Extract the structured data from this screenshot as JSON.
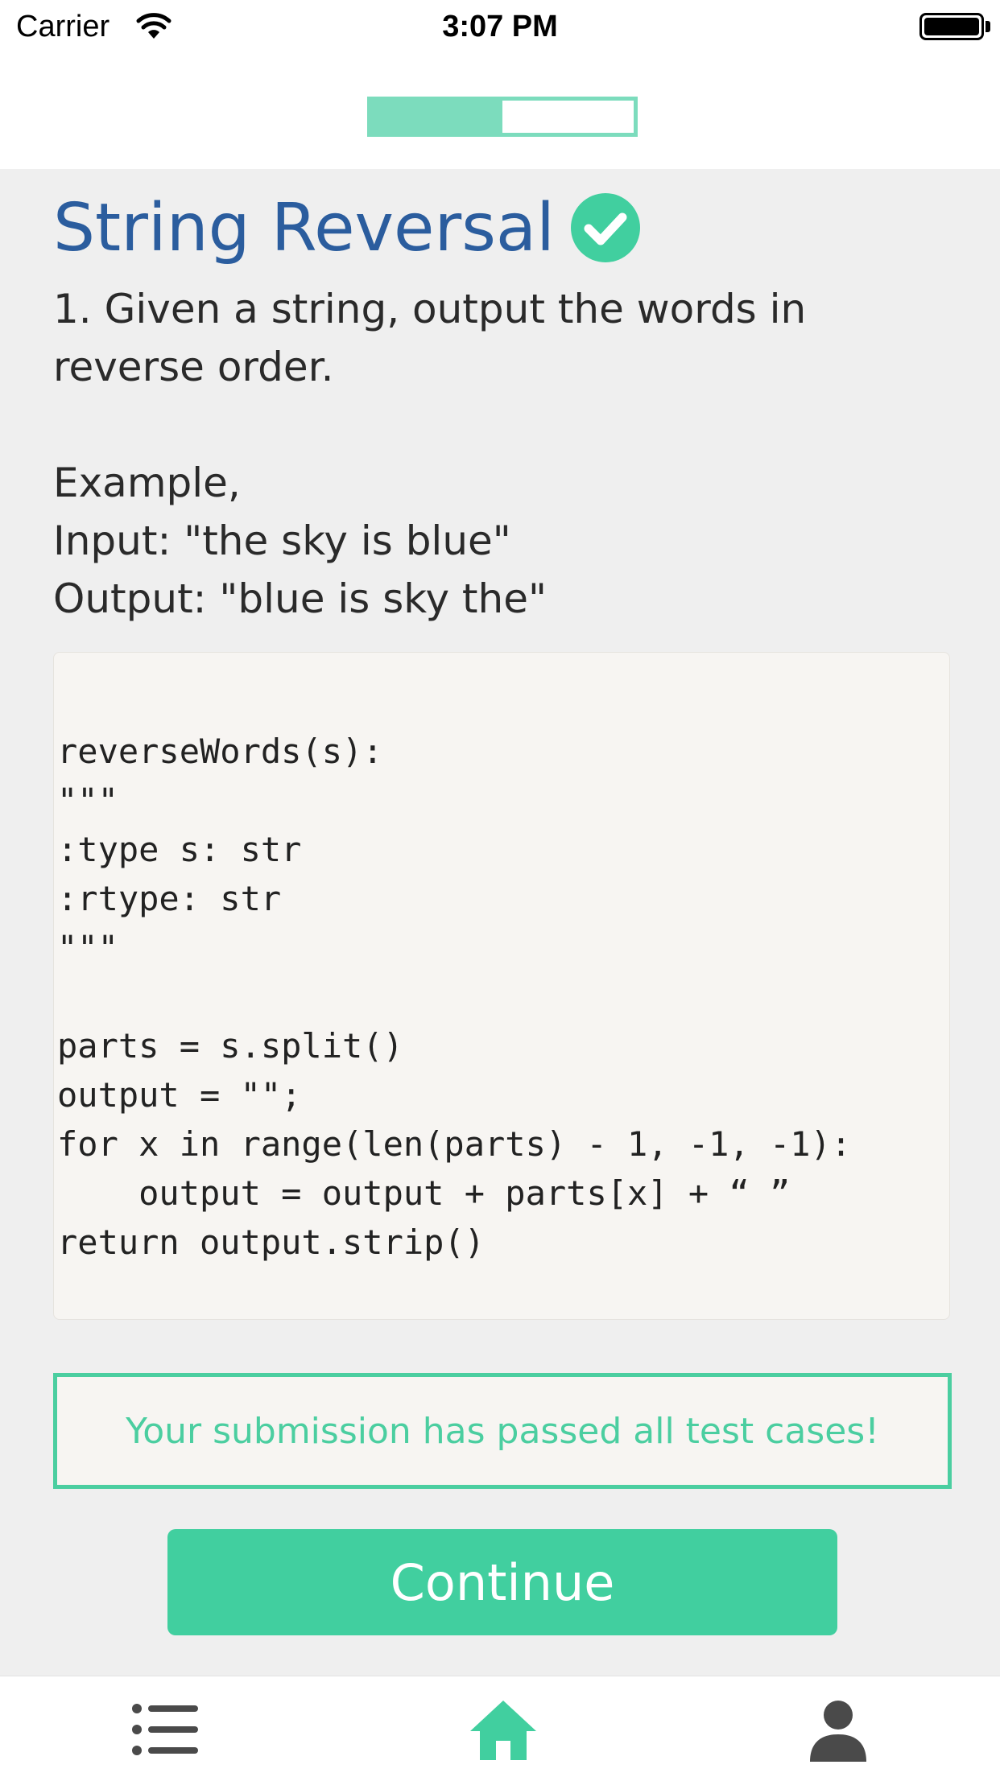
{
  "status_bar": {
    "carrier": "Carrier",
    "time": "3:07 PM"
  },
  "progress": {
    "fraction": 0.5,
    "color": "#7cdcbd"
  },
  "problem": {
    "title": "String Reversal",
    "completed": true,
    "question": "1. Given a string, output the words in reverse order.",
    "example_heading": "Example,",
    "example_input": "Input: \"the sky is blue\"",
    "example_output": "Output: \"blue is sky the\"",
    "code": "reverseWords(s):\n\"\"\"\n:type s: str\n:rtype: str\n\"\"\"\n\nparts = s.split()\noutput = \"\";\nfor x in range(len(parts) - 1, -1, -1):\n    output = output + parts[x] + “ ”\nreturn output.strip()"
  },
  "result": {
    "message": "Your submission has passed all test cases!"
  },
  "continue_button": {
    "label": "Continue"
  },
  "tabbar": {
    "items": [
      {
        "icon": "list-icon",
        "active": false
      },
      {
        "icon": "home-icon",
        "active": true
      },
      {
        "icon": "profile-icon",
        "active": false
      }
    ]
  },
  "colors": {
    "title": "#2b5d9e",
    "accent": "#41cf9f",
    "inactive_icon": "#4a4a4a",
    "background": "#efefef"
  }
}
